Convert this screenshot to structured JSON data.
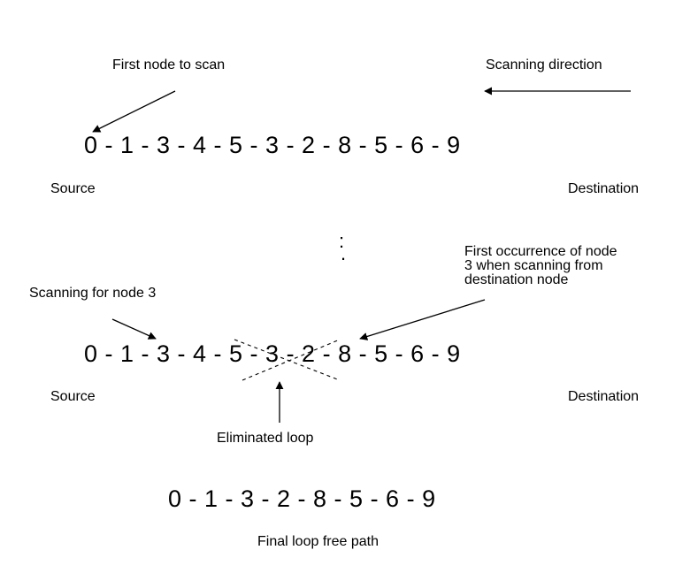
{
  "top": {
    "first_node_label": "First node to scan",
    "direction_label": "Scanning direction",
    "sequence": "0 - 1 - 3 - 4 - 5 - 3 - 2 - 8 - 5 - 6 - 9",
    "source_label": "Source",
    "destination_label": "Destination"
  },
  "ellipsis": ":",
  "middle": {
    "scanning_label": "Scanning for node 3",
    "occurrence_label_line1": "First occurrence of node",
    "occurrence_label_line2": "3 when scanning from",
    "occurrence_label_line3": "destination node",
    "sequence": "0 - 1 - 3 - 4 - 5 - 3 - 2 - 8 - 5  - 6 - 9",
    "source_label": "Source",
    "destination_label": "Destination",
    "eliminated_label": "Eliminated loop"
  },
  "bottom": {
    "sequence": "0 - 1 - 3 - 2 - 8 - 5 - 6 - 9",
    "caption": "Final loop free path"
  }
}
